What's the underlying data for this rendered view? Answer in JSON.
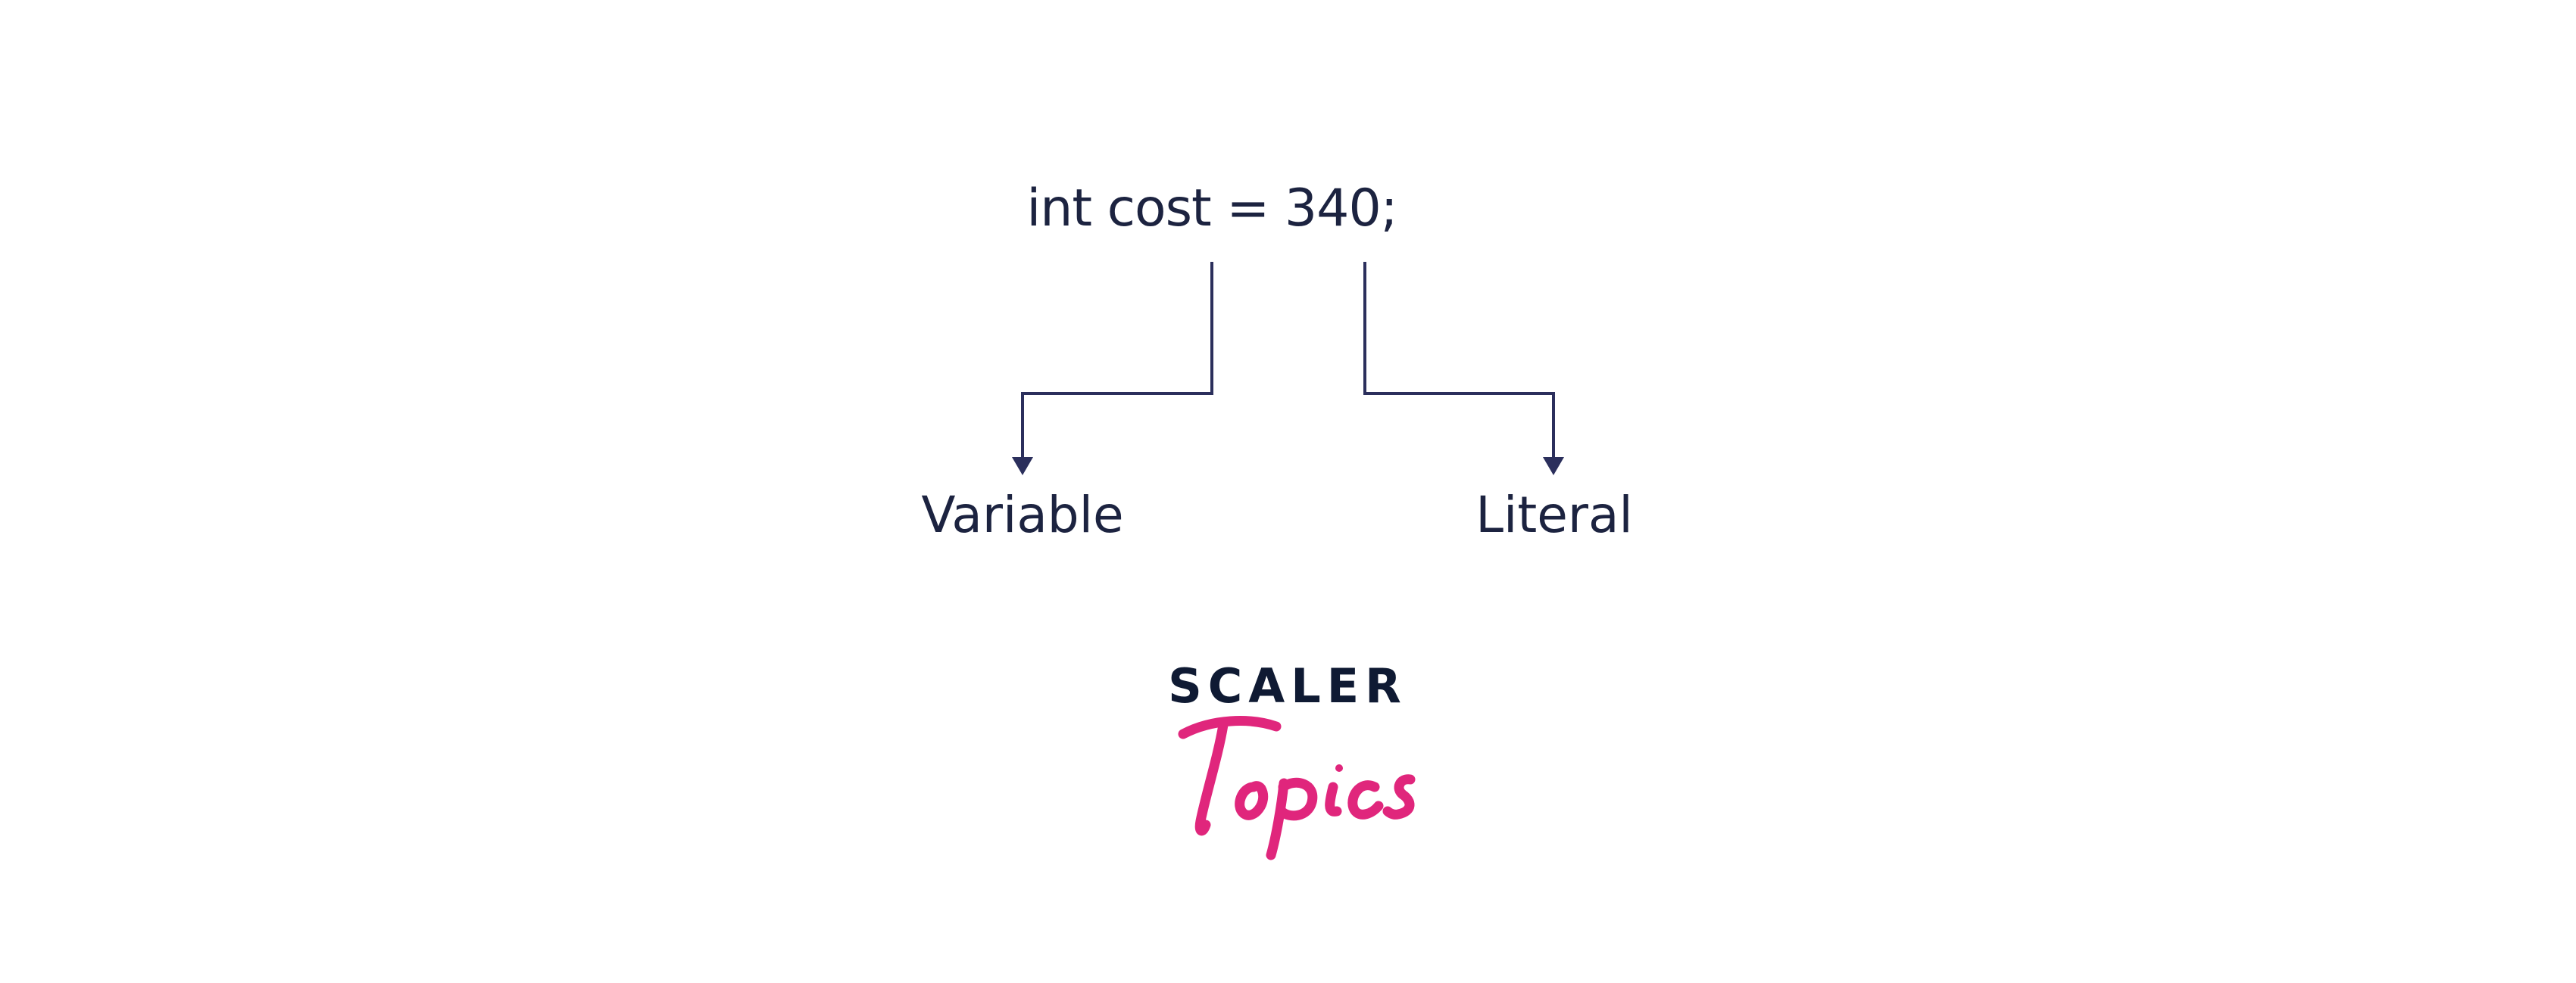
{
  "diagram": {
    "code": "int cost = 340;",
    "left_label": "Variable",
    "right_label": "Literal"
  },
  "logo": {
    "brand_top": "SCALER",
    "brand_bottom": "Topics"
  },
  "colors": {
    "text": "#1c2340",
    "lines": "#2b2f5c",
    "logo_dark": "#0f1a33",
    "logo_pink": "#e0267c"
  }
}
